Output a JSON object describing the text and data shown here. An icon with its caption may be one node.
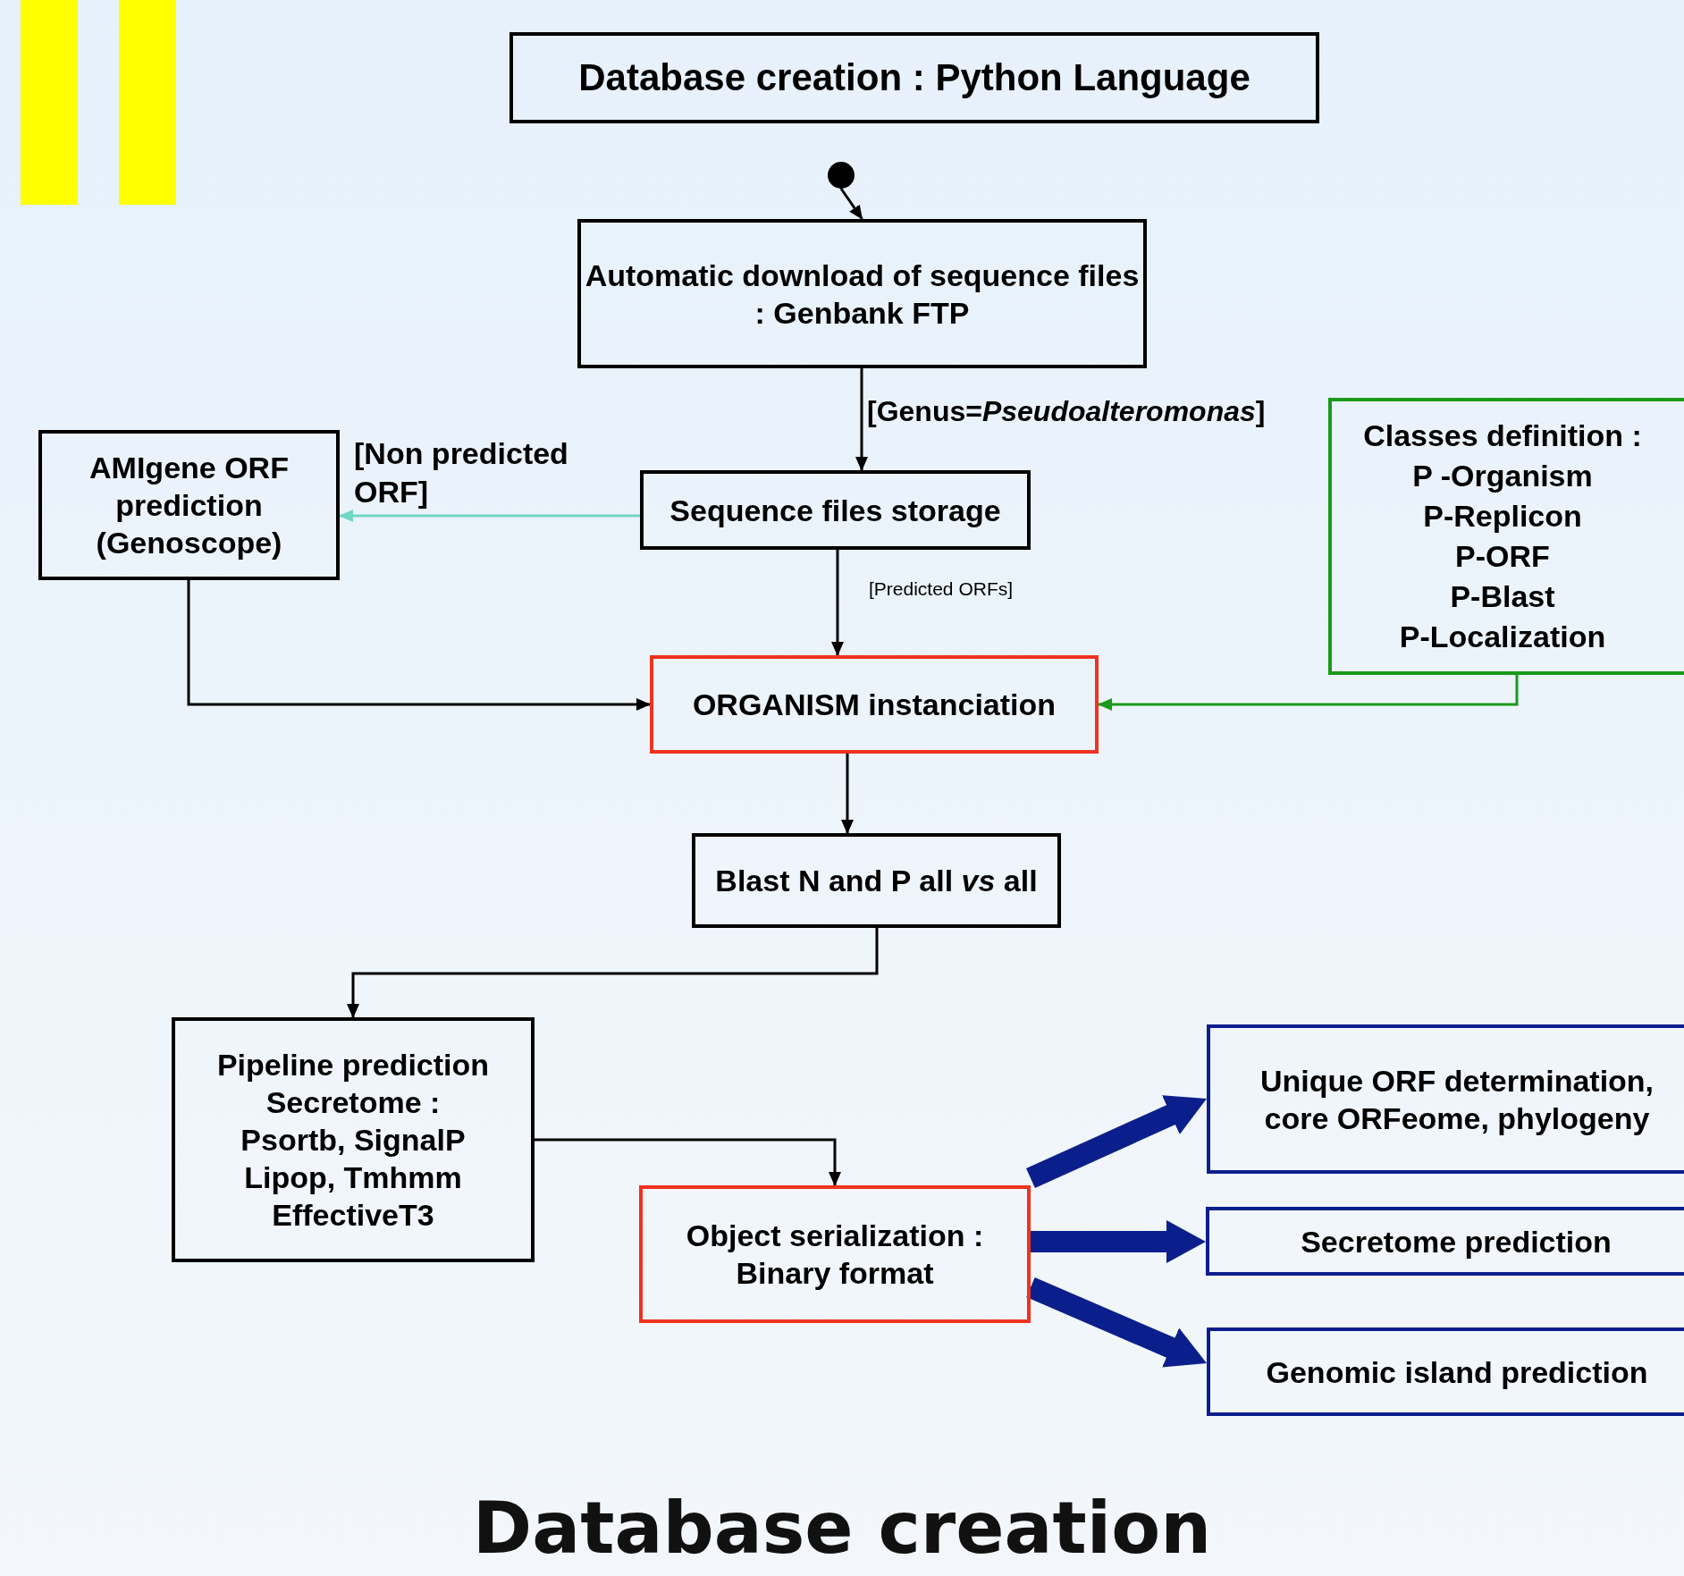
{
  "diagram": {
    "title": "Database creation",
    "nodes": [
      {
        "text": [
          "Database creation : Python Language"
        ]
      },
      {
        "text": [],
        "shape": "circle"
      },
      {
        "text": [
          "Automatic download of sequence files : Genbank FTP"
        ]
      },
      {
        "text": [
          "AMIgene ORF prediction (Genoscope)"
        ]
      },
      {
        "text": [
          "Sequence files storage"
        ]
      },
      {
        "text": [
          "Classes definition :",
          "P -Organism",
          "P-Replicon",
          "P-ORF",
          "P-Blast",
          "P-Localization"
        ]
      },
      {
        "text": [
          "ORGANISM instanciation"
        ]
      },
      {
        "text": [
          "Blast N and P all *vs* all"
        ]
      },
      {
        "text": [
          "Pipeline prediction Secretome :",
          "Psortb, SignalP",
          "Lipop, Tmhmm",
          "EffectiveT3"
        ]
      },
      {
        "text": [
          "Object serialization : Binary format"
        ]
      },
      {
        "text": [
          "Unique ORF determination, core ORFeome, phylogeny"
        ]
      },
      {
        "text": [
          "Secretome prediction"
        ]
      },
      {
        "text": [
          "Genomic island prediction"
        ]
      }
    ],
    "edges": [
      {
        "from": 1,
        "to": 2,
        "arrow": "to"
      },
      {
        "from": 2,
        "to": 4,
        "arrow": "to",
        "label": "[Genus=*Pseudoalteromonas*]"
      },
      {
        "from": 4,
        "to": 3,
        "arrow": "to",
        "label": "[Non predicted ORF]",
        "color": "#6fd6c4"
      },
      {
        "from": 4,
        "to": 6,
        "arrow": "to",
        "label": "[Predicted ORFs]"
      },
      {
        "from": 3,
        "to": 6,
        "arrow": "to"
      },
      {
        "from": 5,
        "to": 6,
        "arrow": "to",
        "color": "#1a9a1a"
      },
      {
        "from": 6,
        "to": 7,
        "arrow": "to"
      },
      {
        "from": 7,
        "to": 8,
        "arrow": "to"
      },
      {
        "from": 8,
        "to": 9,
        "arrow": "to"
      },
      {
        "from": 9,
        "to": 10,
        "arrow": "to",
        "style": "thick",
        "color": "#0b1f8c"
      },
      {
        "from": 9,
        "to": 11,
        "arrow": "to",
        "style": "thick",
        "color": "#0b1f8c"
      },
      {
        "from": 9,
        "to": 12,
        "arrow": "to",
        "style": "thick",
        "color": "#0b1f8c"
      }
    ]
  }
}
